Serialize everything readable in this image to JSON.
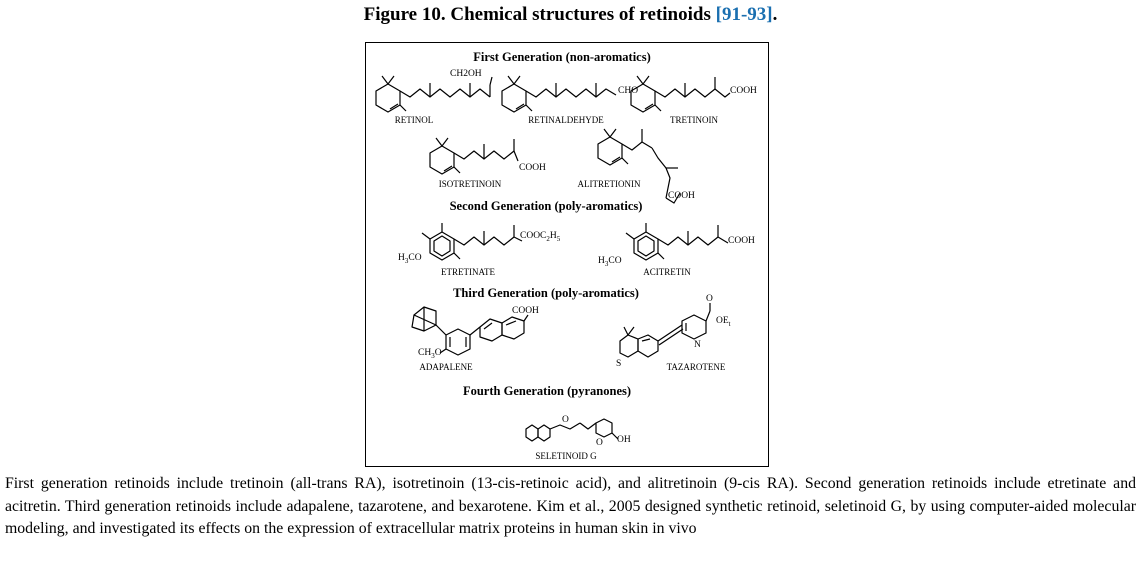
{
  "title": {
    "text": "Figure 10. Chemical structures of retinoids",
    "ref": "[91-93]",
    "end": "."
  },
  "figure": {
    "generations": [
      "First Generation (non-aromatics)",
      "Second Generation (poly-aromatics)",
      "Third Generation (poly-aromatics)",
      "Fourth Generation (pyranones)"
    ],
    "compounds": [
      "RETINOL",
      "RETINALDEHYDE",
      "TRETINOIN",
      "ISOTRETINOIN",
      "ALITRETIONIN",
      "ETRETINATE",
      "ACITRETIN",
      "ADAPALENE",
      "TAZAROTENE",
      "SELETINOID G"
    ],
    "groups": {
      "ch2oh": "CH2OH",
      "cho": "CHO",
      "cooh": "COOH",
      "cooc2h5": "COOC2H5",
      "h3co": "H3CO",
      "ch3o": "CH3O",
      "oet": "OEt",
      "n": "N",
      "s": "S",
      "o": "O",
      "oh": "OH"
    }
  },
  "caption": "First generation retinoids include tretinoin (all-trans RA), isotretinoin (13-cis-retinoic acid), and alitretinoin (9-cis RA). Second generation retinoids include etretinate and acitretin. Third generation retinoids include adapalene, tazarotene, and bexarotene. Kim et al., 2005 designed synthetic retinoid, seletinoid G, by using computer-aided molecular modeling, and investigated its effects on the expression of extracellular matrix proteins in human skin in vivo"
}
